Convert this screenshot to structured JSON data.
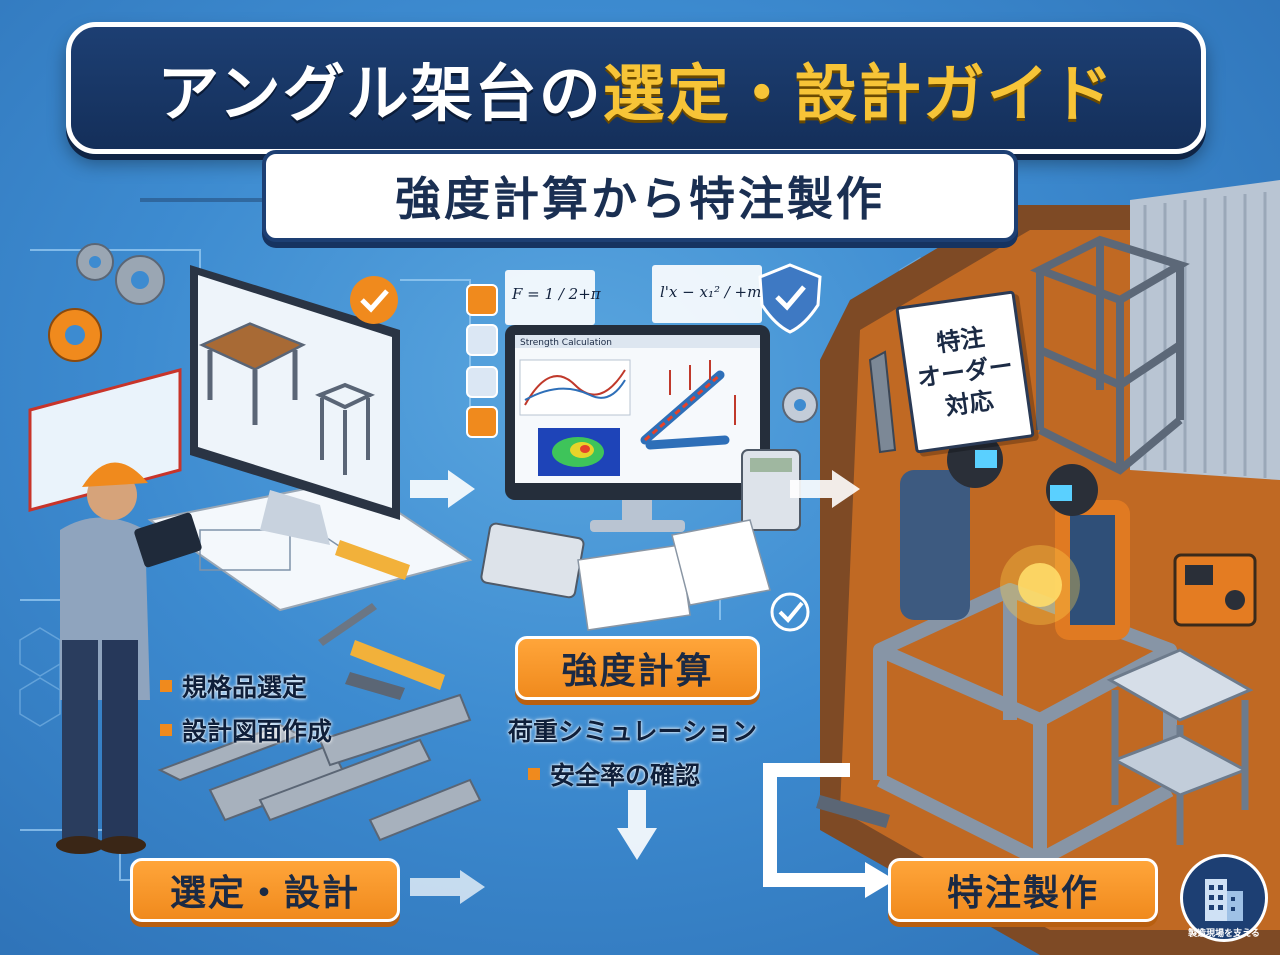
{
  "title": {
    "part1": "アングル架台の",
    "part2": "選定・設計ガイド"
  },
  "subtitle": "強度計算から特注製作",
  "panels": {
    "design": {
      "label": "選定・設計",
      "bullets": [
        "規格品選定",
        "設計図面作成"
      ]
    },
    "calculation": {
      "label": "強度計算",
      "screen_title": "Strength Calculation",
      "bullets": [
        "荷重シミュレーション",
        "安全率の確認"
      ],
      "formula_top_left": "F = 1 / 2+π",
      "formula_top_right": "l'x − x₁² / +m"
    },
    "fabrication": {
      "label": "特注製作",
      "sign_text": "特注\nオーダー\n対応"
    }
  },
  "badge": {
    "text": "製造現場を支える"
  },
  "colors": {
    "banner_navy": "#1d3f73",
    "accent_yellow": "#f7c437",
    "label_orange": "#f08a1d",
    "background_blue": "#3d8bd0"
  }
}
